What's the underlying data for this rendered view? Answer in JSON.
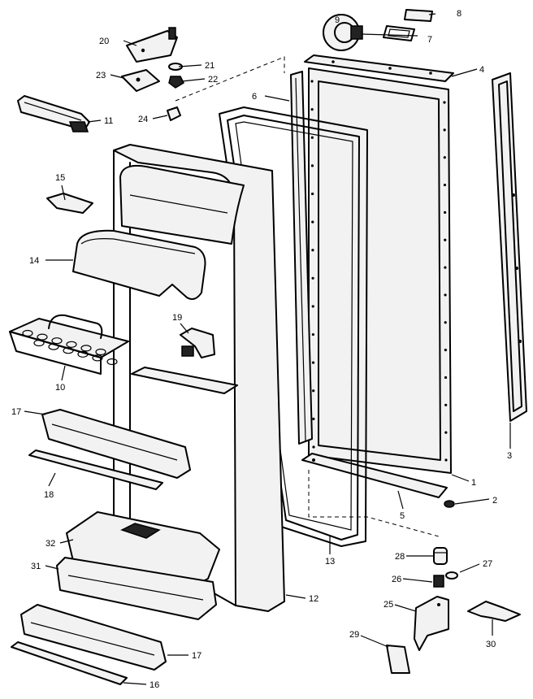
{
  "callouts": [
    {
      "id": "c1",
      "label": "1"
    },
    {
      "id": "c2",
      "label": "2"
    },
    {
      "id": "c3",
      "label": "3"
    },
    {
      "id": "c4",
      "label": "4"
    },
    {
      "id": "c5",
      "label": "5"
    },
    {
      "id": "c6",
      "label": "6"
    },
    {
      "id": "c7",
      "label": "7"
    },
    {
      "id": "c8",
      "label": "8"
    },
    {
      "id": "c9",
      "label": "9"
    },
    {
      "id": "c10",
      "label": "10"
    },
    {
      "id": "c11",
      "label": "11"
    },
    {
      "id": "c12",
      "label": "12"
    },
    {
      "id": "c13",
      "label": "13"
    },
    {
      "id": "c14",
      "label": "14"
    },
    {
      "id": "c15",
      "label": "15"
    },
    {
      "id": "c16",
      "label": "16"
    },
    {
      "id": "c17a",
      "label": "17"
    },
    {
      "id": "c17b",
      "label": "17"
    },
    {
      "id": "c18",
      "label": "18"
    },
    {
      "id": "c19",
      "label": "19"
    },
    {
      "id": "c20",
      "label": "20"
    },
    {
      "id": "c21",
      "label": "21"
    },
    {
      "id": "c22",
      "label": "22"
    },
    {
      "id": "c23",
      "label": "23"
    },
    {
      "id": "c24",
      "label": "24"
    },
    {
      "id": "c25",
      "label": "25"
    },
    {
      "id": "c26",
      "label": "26"
    },
    {
      "id": "c27",
      "label": "27"
    },
    {
      "id": "c28",
      "label": "28"
    },
    {
      "id": "c29",
      "label": "29"
    },
    {
      "id": "c30",
      "label": "30"
    },
    {
      "id": "c31",
      "label": "31"
    },
    {
      "id": "c32",
      "label": "32"
    }
  ]
}
